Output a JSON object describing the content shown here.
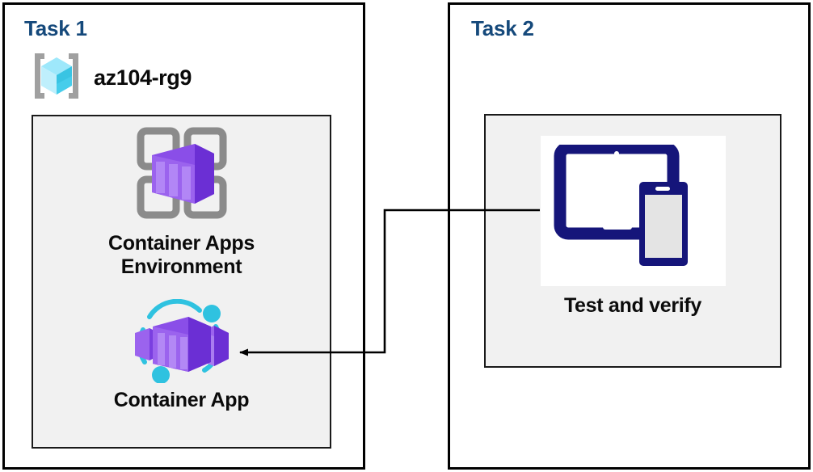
{
  "diagram": {
    "title": "Azure Container Apps lab diagram",
    "background": "#ffffff",
    "colors": {
      "task_title": "#15497b",
      "panel_border": "#000000",
      "inner_fill": "#f1f1f1",
      "inner_border": "#1a1a1a",
      "caption": "#0b0b0b",
      "connector": "#000000",
      "rg_cube_light": "#9ee8fb",
      "rg_cube_mid": "#50d9f5",
      "rg_cube_dark": "#35c0e0",
      "rg_bracket": "#a0a0a0",
      "container_purple_light": "#a97cf0",
      "container_purple_mid": "#8a4ee8",
      "container_purple_dark": "#6b2fd4",
      "cae_frame_gray": "#8b8b8b",
      "ca_accent_cyan": "#2fc2e0",
      "device_navy": "#15157a",
      "device_screen_gray": "#e4e4e4"
    }
  },
  "tasks": [
    {
      "id": "task1",
      "title": "Task 1",
      "resource_group": {
        "label": "az104-rg9",
        "icon": "resource-group-icon"
      },
      "nodes": [
        {
          "id": "container-apps-environment",
          "icon": "container-apps-environment-icon",
          "caption": "Container Apps\nEnvironment"
        },
        {
          "id": "container-app",
          "icon": "container-app-icon",
          "caption": "Container App"
        }
      ]
    },
    {
      "id": "task2",
      "title": "Task 2",
      "nodes": [
        {
          "id": "test-and-verify",
          "icon": "test-and-verify-devices-icon",
          "caption": "Test and verify"
        }
      ]
    }
  ],
  "connectors": [
    {
      "id": "test-to-container-app",
      "from": "test-and-verify",
      "to": "container-app",
      "arrowhead": "end",
      "style": "orthogonal"
    }
  ]
}
